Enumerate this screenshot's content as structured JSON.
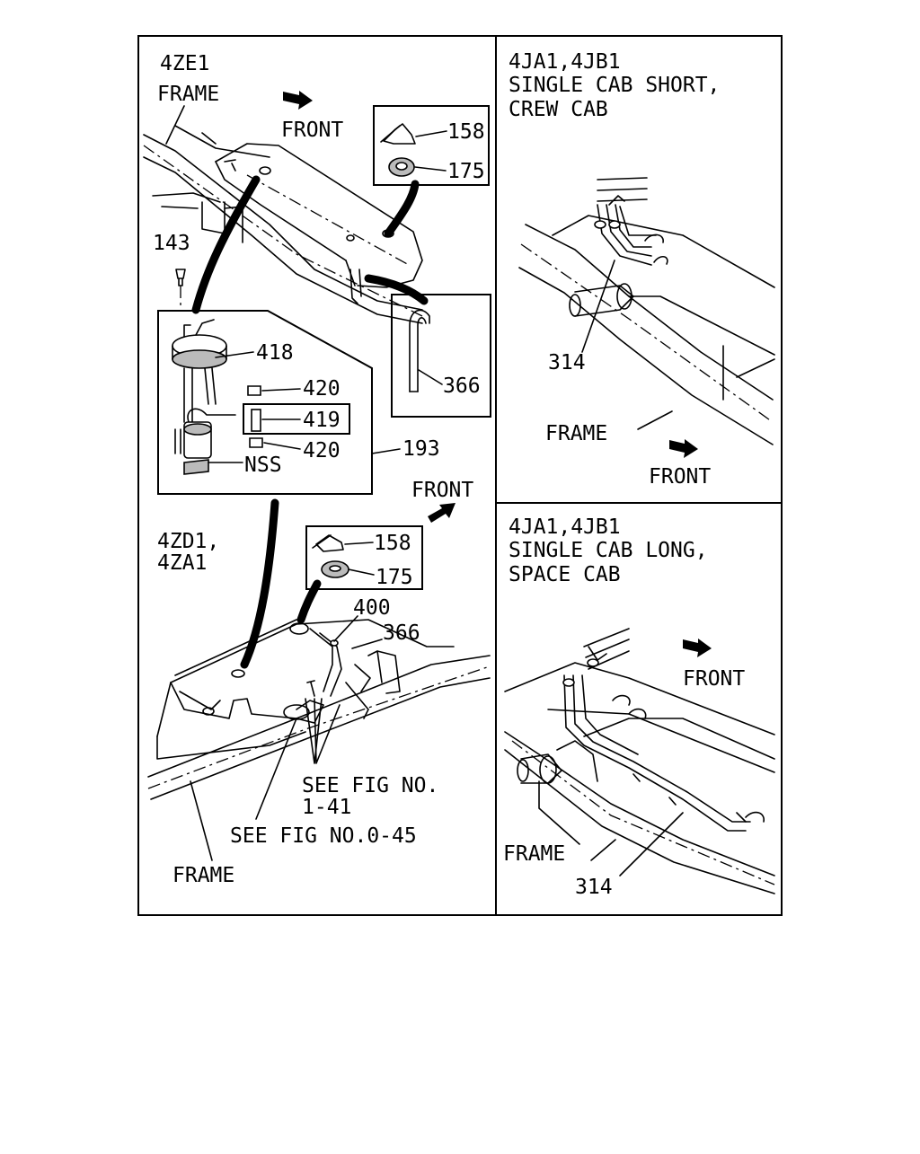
{
  "panels": {
    "left": {
      "engine_top": "4ZE1",
      "frame_top": "FRAME",
      "front_top": "FRONT",
      "engine_bottom_line1": "4ZD1,",
      "engine_bottom_line2": "4ZA1",
      "front_bottom": "FRONT",
      "see_fig_1_line1": "SEE FIG NO.",
      "see_fig_1_line2": "1-41",
      "see_fig_2": "SEE FIG NO.0-45",
      "frame_bottom": "FRAME",
      "callouts": {
        "p143": "143",
        "p418": "418",
        "p420a": "420",
        "p419": "419",
        "p420b": "420",
        "nss": "NSS",
        "p193": "193",
        "p158a": "158",
        "p175a": "175",
        "p366a": "366",
        "p158b": "158",
        "p175b": "175",
        "p400": "400",
        "p366b": "366"
      }
    },
    "right_top": {
      "line1": "4JA1,4JB1",
      "line2": "SINGLE CAB SHORT,",
      "line3": "CREW CAB",
      "callout_314": "314",
      "frame": "FRAME",
      "front": "FRONT"
    },
    "right_bottom": {
      "line1": "4JA1,4JB1",
      "line2": "SINGLE CAB LONG,",
      "line3": "SPACE CAB",
      "front": "FRONT",
      "frame": "FRAME",
      "callout_314": "314"
    }
  },
  "icons": [
    "front-arrow-icon",
    "leader-line",
    "fuel-pump-assembly",
    "fuel-tank",
    "grommet",
    "seal-ring",
    "hose",
    "bolt",
    "clip",
    "fuel-pipe"
  ]
}
